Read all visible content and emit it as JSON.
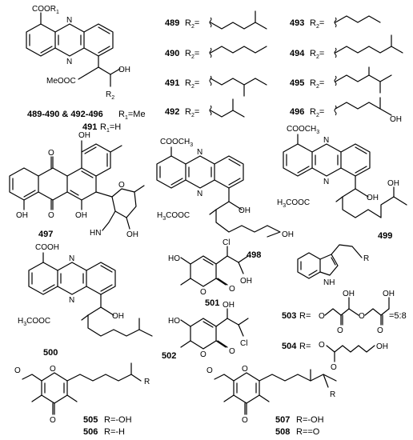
{
  "labels": {
    "ids": {
      "c489": "489",
      "c490": "490",
      "c491": "491",
      "c492": "492",
      "c493": "493",
      "c494": "494",
      "c495": "495",
      "c496": "496",
      "c497": "497",
      "c498": "498",
      "c499": "499",
      "c500": "500",
      "c501": "501",
      "c502": "502",
      "c503": "503",
      "c504": "504",
      "c505": "505",
      "c506": "506",
      "c507": "507",
      "c508": "508"
    },
    "captions": {
      "series_range": "489-490 & 492-496",
      "series_r1": "R",
      "series_r1_sub": "1",
      "series_r1_val": "=Me",
      "c491_r1": "R",
      "c491_r1_sub": "1",
      "c491_r1_val": "=H"
    },
    "atoms": {
      "COOR1_a": "COOR",
      "COOR1_sub": "1",
      "N": "N",
      "O": "O",
      "OH": "OH",
      "HO": "HO",
      "Cl": "Cl",
      "R": "R",
      "NH": "N",
      "H": "H",
      "MeOOC": "MeOOC",
      "R2": "R",
      "R2_sub": "2",
      "COOCH3": "COOCH",
      "COOCH3_sub": "3",
      "H3COOC": "H",
      "H3COOC_sub": "3",
      "H3COOC_b": "COOC",
      "COOH": "COOH",
      "R2eq": "R",
      "R2eq_sub": "2",
      "R2eq_eq": "="
    },
    "r_values": {
      "r503": "R=",
      "ratio": "=5:8",
      "r504": "R=",
      "r505": "R=-OH",
      "r506": "R=-H",
      "r507": "R=-OH",
      "r508": "R==O"
    }
  }
}
